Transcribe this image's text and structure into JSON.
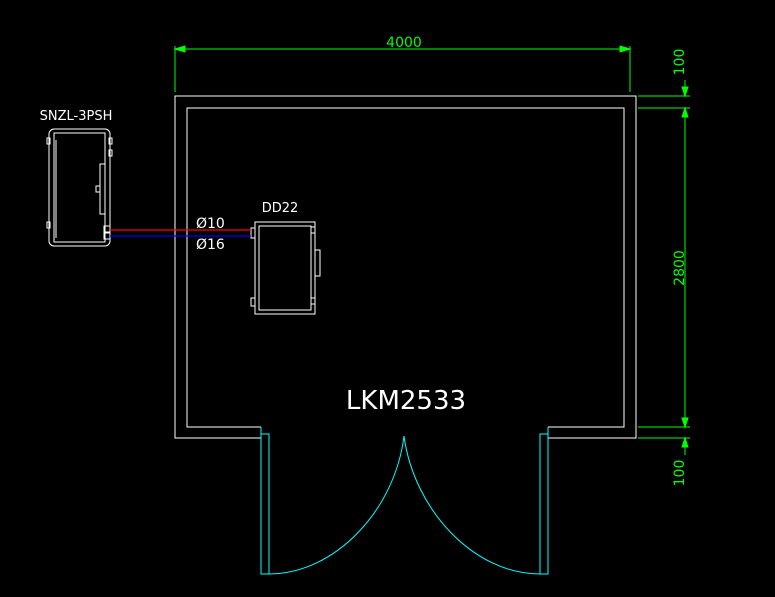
{
  "colors": {
    "background": "#000000",
    "wall": "#ffffff",
    "dimension": "#00ff00",
    "door": "#00ffff",
    "pipe_liquid": "#ff0000",
    "pipe_suction": "#0000ff"
  },
  "dimensions": {
    "width": "4000",
    "height": "2800",
    "top_wall": "100",
    "bottom_wall": "100"
  },
  "room": {
    "label": "LKM2533"
  },
  "condensing_unit": {
    "label": "SNZL-3PSH"
  },
  "evaporator": {
    "label": "DD22"
  },
  "pipes": {
    "liquid_label": "Ø10",
    "suction_label": "Ø16"
  }
}
